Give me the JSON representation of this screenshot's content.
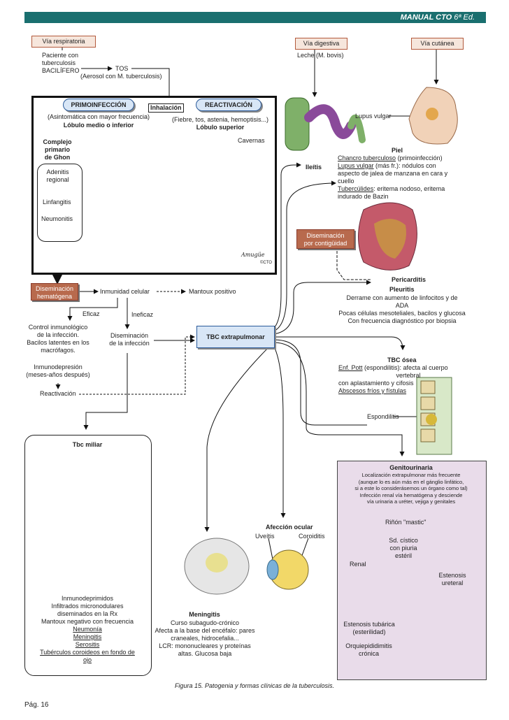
{
  "header": {
    "title": "MANUAL CTO",
    "edition": " 6ª Ed."
  },
  "routes": {
    "respiratoria": "Vía respiratoria",
    "digestiva": "Vía digestiva",
    "cutanea": "Vía cutánea"
  },
  "resp": {
    "patient": [
      "Paciente con",
      "tuberculosis",
      "BACILÍFERO"
    ],
    "tos": "TOS",
    "aerosol": "(Aerosol con M. tuberculosis)",
    "inhalacion": "Inhalación"
  },
  "lung": {
    "primo_title": "PRIMOINFECCIÓN",
    "primo_sub": "(Asintomática con mayor frecuencia)",
    "primo_lobe": "Lóbulo medio o inferior",
    "react_title": "REACTIVACIÓN",
    "react_sub": "(Fiebre, tos, astenia, hemoptisis...)",
    "react_lobe": "Lóbulo superior",
    "cavernas": "Cavernas",
    "complejo": [
      "Complejo",
      "primario",
      "de Ghon"
    ],
    "adenitis": [
      "Adenitis",
      "regional"
    ],
    "linfangitis": "Linfangitis",
    "neumonitis": "Neumonitis",
    "signature": "Amugüe",
    "copyright": "©CTO"
  },
  "flow": {
    "dis_hema": [
      "Diseminación",
      "hematógena"
    ],
    "inmunidad": "Inmunidad celular",
    "mantoux": "Mantoux positivo",
    "eficaz": "Eficaz",
    "ineficaz": "Ineficaz",
    "control": [
      "Control inmunológico",
      "de la infección.",
      "Bacilos latentes en los",
      "macrófagos."
    ],
    "inmunodep": [
      "Inmunodepresión",
      "(meses-años después)"
    ],
    "reactivacion": "Reactivación",
    "dis_inf": [
      "Diseminación",
      "de la infección"
    ],
    "tbc_extra": "TBC extrapulmonar"
  },
  "digest": {
    "leche": "Leche (M. bovis)",
    "ileitis": "Ileítis"
  },
  "skin": {
    "lupus_label": "Lupus vulgar",
    "piel_title": "Piel",
    "l1a": "Chancro tuberculoso",
    "l1b": " (primoinfección)",
    "l2a": "Lupus vulgar",
    "l2b": " (más fr.): nódulos con",
    "l3": "aspecto de jalea de manzana en cara y",
    "l4": "cuello",
    "l5a": "Tubercúlides",
    "l5b": ": eritema nodoso, eritema",
    "l6": "indurado de Bazin"
  },
  "contig": [
    "Diseminación",
    "por contigüidad"
  ],
  "peri": {
    "title": "Pericarditis"
  },
  "pleu": {
    "title": "Pleuritis",
    "lines": [
      "Derrame con aumento de linfocitos  y de",
      "ADA",
      "Pocas células mesoteliales, bacilos y glucosa",
      "Con frecuencia diagnóstico por biopsia"
    ]
  },
  "osea": {
    "title": "TBC ósea",
    "l1a": "Enf. Pott",
    "l1b": " (espondilitis): afecta al cuerpo",
    "l2": "vertebral",
    "l3": "con aplastamiento y cifosis",
    "l4": "Abscesos fríos y fístulas",
    "espondilitis": "Espondilitis"
  },
  "geni": {
    "title": "Genitourinaria",
    "lines": [
      "Localización extrapulmonar más frecuente",
      "(aunque lo es aún más en el gánglio linfático,",
      "si a este lo considerásemos un órgano como tal)",
      "Infección renal vía hematógena y desciende",
      "vía urinaria a uréter, vejiga y genitales"
    ],
    "rinon": "Riñón \"mastic\"",
    "sd": [
      "Sd. cístico",
      "con piuria",
      "estéril"
    ],
    "renal": "Renal",
    "estenosis_u": [
      "Estenosis",
      "ureteral"
    ],
    "estenosis_t": [
      "Estenosis tubárica",
      "(esterilidad)"
    ],
    "orqui": [
      "Orquiepididimitis",
      "crónica"
    ]
  },
  "ocular": {
    "title": "Afección ocular",
    "uveitis": "Uveítis",
    "coroiditis": "Coroiditis"
  },
  "mening": {
    "title": "Meningitis",
    "lines": [
      "Curso subagudo-crónico",
      "Afecta a la  base del encéfalo: pares",
      "craneales, hidrocefalia...",
      "LCR:  mononucleares  y proteínas",
      "altas. Glucosa baja"
    ]
  },
  "miliar": {
    "title": "Tbc miliar",
    "plain": [
      "Inmunodeprimidos",
      "Infiltrados micronodulares",
      "diseminados en la Rx",
      "Mantoux negativo con frecuencia"
    ],
    "underlined": [
      "Neumonía",
      "Meningitis",
      "Serositis",
      "Tubérculos coroideos en fondo de",
      "ojo"
    ]
  },
  "caption": "Figura 15. Patogenia y formas clínicas de la tuberculosis.",
  "page": "Pág. 16",
  "colors": {
    "header": "#1a6f6f",
    "tag": "#b86a4d",
    "pill": "#d8e6f6",
    "geni_bg": "#e9dcea"
  }
}
